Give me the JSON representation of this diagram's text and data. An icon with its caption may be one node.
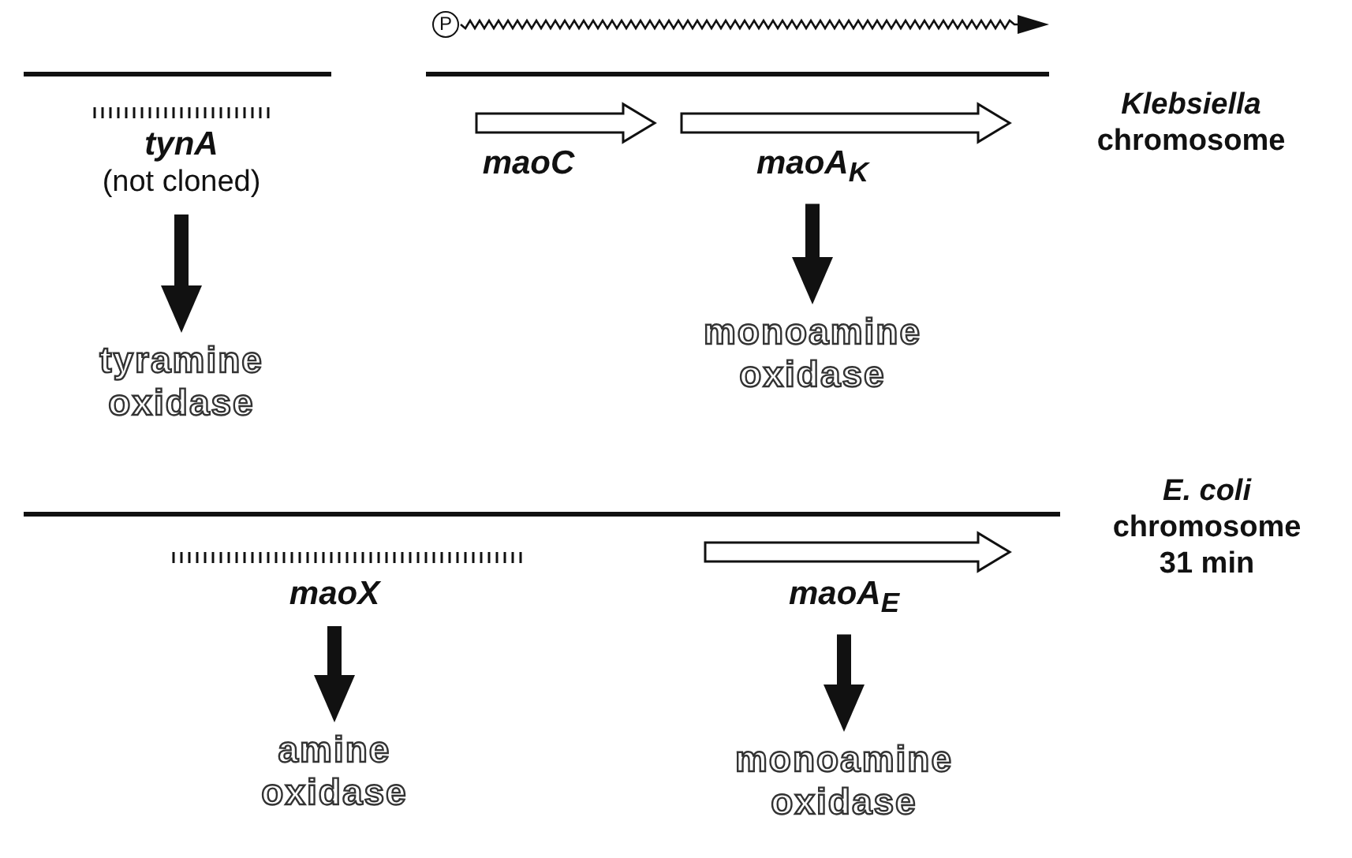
{
  "diagram": {
    "nodes": [
      {
        "text": [
          "tynA",
          "(not cloned)"
        ]
      },
      {
        "text": [
          "tyramine oxidase"
        ]
      },
      {
        "text": [
          "P"
        ]
      },
      {
        "text": [
          "maoC"
        ]
      },
      {
        "text": [
          "maoA$_{K}$"
        ]
      },
      {
        "text": [
          "monoamine oxidase"
        ]
      },
      {
        "text": [
          "maoX"
        ]
      },
      {
        "text": [
          "amine oxidase"
        ]
      },
      {
        "text": [
          "maoA$_{E}$"
        ]
      },
      {
        "text": [
          "monoamine oxidase"
        ]
      }
    ],
    "edges": [
      {
        "from": 0,
        "to": 1,
        "arrow": "to"
      },
      {
        "from": 2,
        "to": null,
        "arrow": "to"
      },
      {
        "from": 4,
        "to": 5,
        "arrow": "to"
      },
      {
        "from": 6,
        "to": 7,
        "arrow": "to"
      },
      {
        "from": 8,
        "to": 9,
        "arrow": "to"
      }
    ],
    "labels": [
      "*Klebsiella* chromosome",
      "*E. coli* chromosome 31 min"
    ]
  }
}
